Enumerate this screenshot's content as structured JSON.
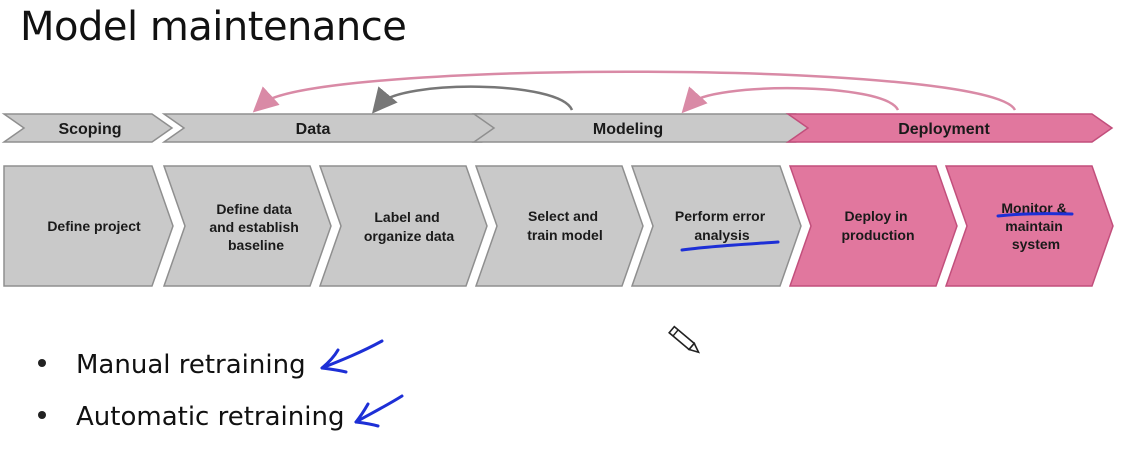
{
  "title": "Model maintenance",
  "stages": [
    {
      "label": "Scoping"
    },
    {
      "label": "Data"
    },
    {
      "label": "Modeling"
    },
    {
      "label": "Deployment"
    }
  ],
  "steps": [
    {
      "lines": [
        "Define project"
      ]
    },
    {
      "lines": [
        "Define data",
        "and establish",
        "baseline"
      ]
    },
    {
      "lines": [
        "Label and",
        "organize data"
      ]
    },
    {
      "lines": [
        "Select and",
        "train model"
      ]
    },
    {
      "lines": [
        "Perform error",
        "analysis"
      ]
    },
    {
      "lines": [
        "Deploy in",
        "production"
      ]
    },
    {
      "lines": [
        "Monitor &",
        "maintain",
        "system"
      ]
    }
  ],
  "bullets": [
    {
      "text": "Manual retraining"
    },
    {
      "text": "Automatic retraining"
    }
  ],
  "colors": {
    "gray_fill": "#c9c9c9",
    "gray_stroke": "#8f8f8f",
    "pink_fill": "#e1779e",
    "pink_stroke": "#c24f7c",
    "pink_arrow": "#d98aa6",
    "gray_arrow": "#777777",
    "annotation_blue": "#1d2fd6"
  },
  "icons": [
    "pencil-icon"
  ]
}
